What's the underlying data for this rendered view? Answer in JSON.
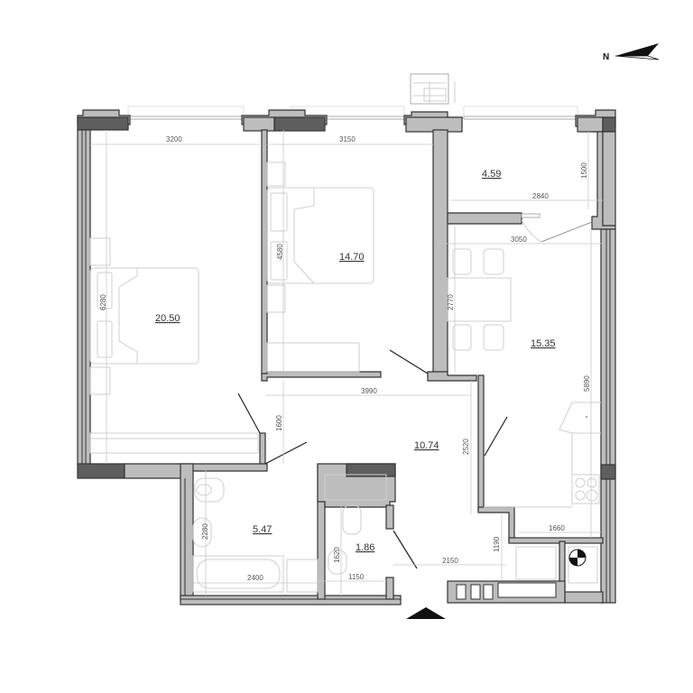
{
  "compass": {
    "label": "N"
  },
  "rooms": [
    {
      "id": "bedroom-1",
      "area": "20.50"
    },
    {
      "id": "bedroom-2",
      "area": "14.70"
    },
    {
      "id": "balcony",
      "area": "4.59"
    },
    {
      "id": "kitchen-living",
      "area": "15.35"
    },
    {
      "id": "hallway",
      "area": "10.74"
    },
    {
      "id": "bathroom",
      "area": "5.47"
    },
    {
      "id": "wc",
      "area": "1.86"
    }
  ],
  "dimensions": {
    "bedroom1_width": "3200",
    "bedroom1_length": "6280",
    "bedroom2_width": "3150",
    "bedroom2_length": "4580",
    "balcony_width": "2840",
    "balcony_depth": "1500",
    "kitchen_width": "3050",
    "kitchen_dining": "2770",
    "kitchen_length": "5890",
    "hall_width": "3990",
    "hall_depth_left": "1600",
    "hall_depth_right": "2520",
    "bath_width": "2400",
    "bath_depth": "2280",
    "wc_depth": "1620",
    "wc_width": "1150",
    "corridor_width": "2150",
    "storage_depth": "1190",
    "utility_width": "1660"
  },
  "entrance": {
    "marker": "entrance-arrow"
  }
}
